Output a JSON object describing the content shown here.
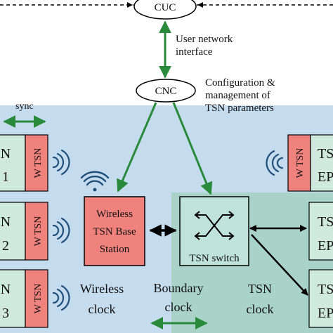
{
  "nodes": {
    "cuc": "CUC",
    "cnc": "CNC",
    "bs_line1": "Wireless",
    "bs_line2": "TSN Base",
    "bs_line3": "Station",
    "tsn_switch": "TSN switch",
    "wtsn": "W TSN",
    "end_left_1_top": "N",
    "end_left_1_bottom": "1",
    "end_left_2_top": "N",
    "end_left_2_bottom": "2",
    "end_left_3_top": "N",
    "end_left_3_bottom": "3",
    "end_right_top": "TSN",
    "end_right_bottom": "EP"
  },
  "labels": {
    "uni_line1": "User network",
    "uni_line2": "interface",
    "config_line1": "Configuration &",
    "config_line2": "management of",
    "config_line3": "TSN parameters",
    "sync": "sync",
    "wireless_clock_line1": "Wireless",
    "wireless_clock_line2": "clock",
    "boundary_clock_line1": "Boundary",
    "boundary_clock_line2": "clock",
    "tsn_clock_line1": "TSN",
    "tsn_clock_line2": "clock"
  },
  "colors": {
    "wireless_region": "#c5dcef",
    "tsn_region": "#a9d3c8",
    "node_red": "#f0827d",
    "end_node_green": "#cfe9df",
    "switch_fill": "#bfe3d8",
    "arrow_green": "#2a8a3c",
    "wifi_blue": "#1f4f7a"
  }
}
